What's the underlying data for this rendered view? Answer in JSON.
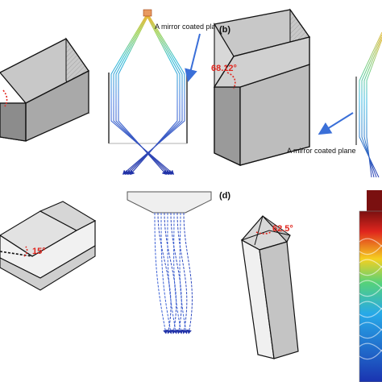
{
  "panels": {
    "a": {
      "angle": ""
    },
    "b": {
      "label": "(b)",
      "angle": "68.12°"
    },
    "c": {
      "angle": "15°"
    },
    "d": {
      "label": "(d)",
      "angle": "62.5°"
    }
  },
  "annotations": {
    "mirror_a": "A mirror coated plane",
    "mirror_b": "A mirror coated plane"
  },
  "colors": {
    "face_dark": "#8c8c8c",
    "face_mid": "#a9a9a9",
    "face_light": "#d2d2d2",
    "face_white": "#f4f4f4",
    "edge": "#111111",
    "angle": "#e0261e",
    "arrow": "#3a6fd8",
    "ray_top": "#f2b233",
    "ray_mid": "#35c0d6",
    "ray_bottom": "#2233a8"
  }
}
